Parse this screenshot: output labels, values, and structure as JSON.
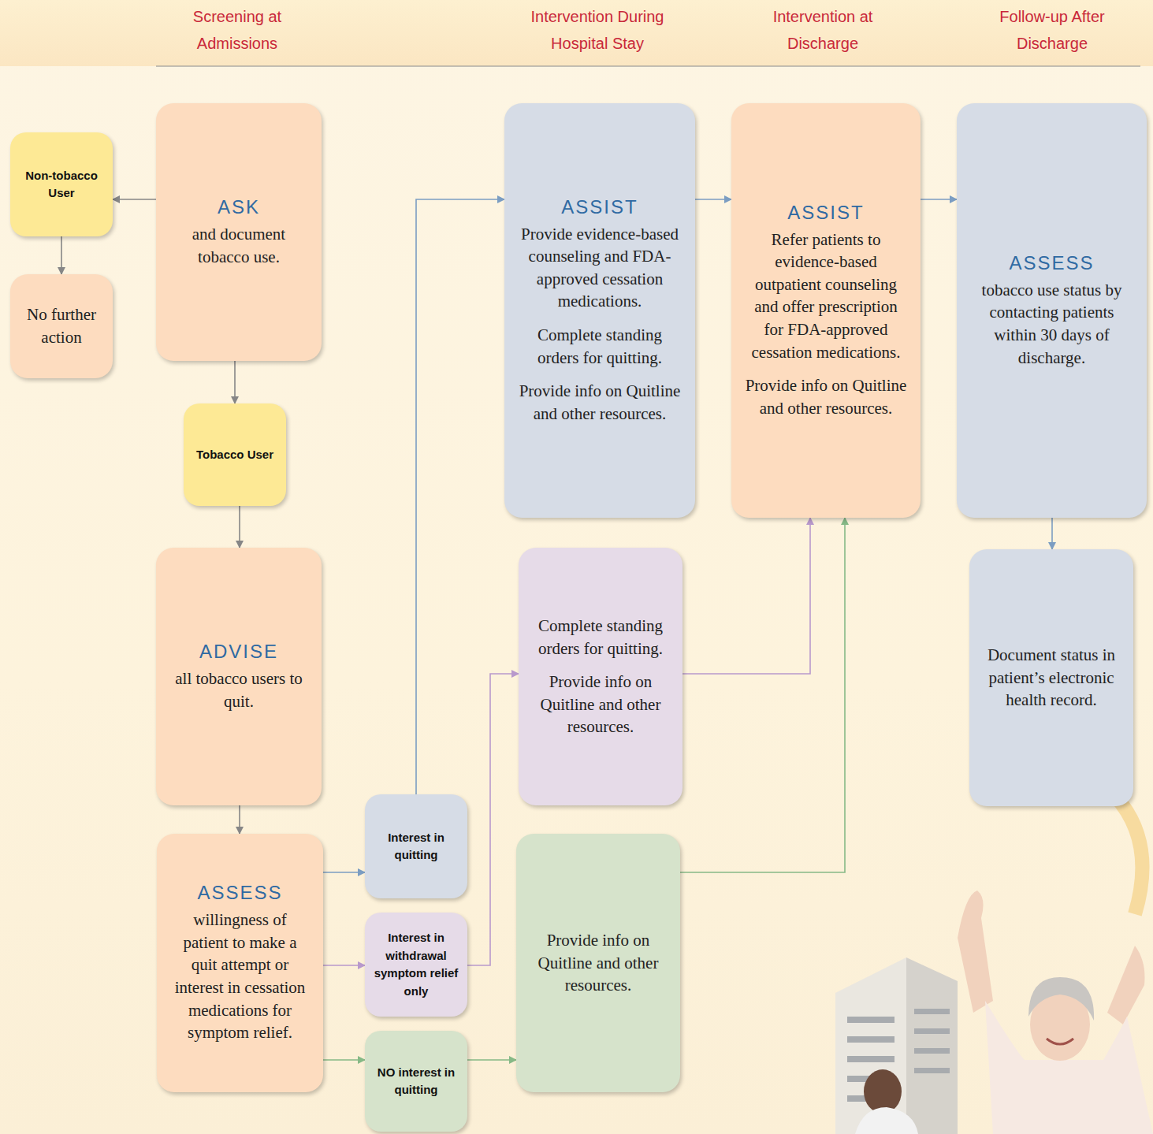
{
  "diagram": {
    "nodes": [
      {
        "text": [
          "ASK",
          "and document tobacco use."
        ]
      },
      {
        "text": [
          "Non-tobacco User"
        ]
      },
      {
        "text": [
          "No further action"
        ]
      },
      {
        "text": [
          "Tobacco User"
        ]
      },
      {
        "text": [
          "ADVISE",
          "all tobacco users to quit."
        ]
      },
      {
        "text": [
          "ASSESS",
          "willingness of patient to make a quit attempt or interest in cessation medications for symptom relief."
        ]
      },
      {
        "text": [
          "Interest in quitting"
        ]
      },
      {
        "text": [
          "Interest in withdrawal symptom relief only"
        ]
      },
      {
        "text": [
          "NO interest in quitting"
        ]
      },
      {
        "text": [
          "ASSIST",
          "Provide evidence-based counseling and FDA-approved cessation medications.",
          "Complete standing orders for quitting.",
          "Provide info on Quitline and other resources."
        ]
      },
      {
        "text": [
          "Complete standing orders for quitting.",
          "Provide info on Quitline and other resources."
        ]
      },
      {
        "text": [
          "Provide info on Quitline and other resources."
        ]
      },
      {
        "text": [
          "ASSIST",
          "Refer patients to evidence-based outpatient counseling and offer prescription for FDA-approved cessation medications.",
          "Provide info on Quitline and other resources."
        ]
      },
      {
        "text": [
          "ASSESS",
          "tobacco use status by contacting patients within 30 days of discharge."
        ]
      },
      {
        "text": [
          "Document status in patient’s electronic health record."
        ]
      }
    ],
    "edges": [
      {
        "from": 0,
        "to": 1,
        "arrow": "to"
      },
      {
        "from": 1,
        "to": 2,
        "arrow": "to"
      },
      {
        "from": 0,
        "to": 3,
        "arrow": "to"
      },
      {
        "from": 3,
        "to": 4,
        "arrow": "to"
      },
      {
        "from": 4,
        "to": 5,
        "arrow": "to"
      },
      {
        "from": 5,
        "to": 6,
        "arrow": "to"
      },
      {
        "from": 5,
        "to": 7,
        "arrow": "to"
      },
      {
        "from": 5,
        "to": 8,
        "arrow": "to"
      },
      {
        "from": 6,
        "to": 9,
        "arrow": "to"
      },
      {
        "from": 7,
        "to": 10,
        "arrow": "to"
      },
      {
        "from": 8,
        "to": 11,
        "arrow": "to"
      },
      {
        "from": 9,
        "to": 12,
        "arrow": "to"
      },
      {
        "from": 10,
        "to": 12,
        "arrow": "to"
      },
      {
        "from": 11,
        "to": 12,
        "arrow": "to"
      },
      {
        "from": 12,
        "to": 13,
        "arrow": "to"
      },
      {
        "from": 13,
        "to": 14,
        "arrow": "to"
      }
    ],
    "labels": [
      "Screening at Admissions",
      "Intervention During Hospital Stay",
      "Intervention at Discharge",
      "Follow-up After Discharge"
    ]
  }
}
